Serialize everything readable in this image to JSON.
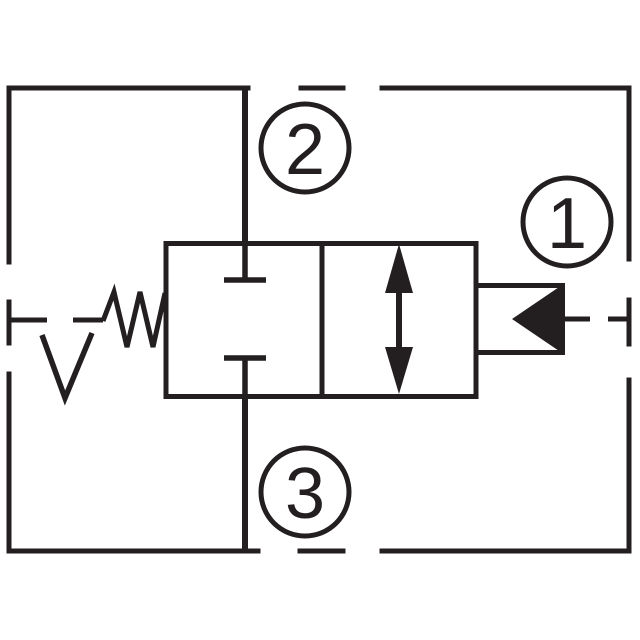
{
  "ports": [
    {
      "label": "1"
    },
    {
      "label": "2"
    },
    {
      "label": "3"
    }
  ],
  "colors": {
    "line": "#231f20",
    "background": "#ffffff"
  },
  "icons": {
    "boundary": "dashed-enclosure-box",
    "blocked_port": "T-blocked-port",
    "flow": "double-headed-arrow",
    "actuator": "pilot-pressure-filled-triangle",
    "bias": "zigzag-spring",
    "vent": "open-v-vent",
    "drain": "dashed-drain-line"
  }
}
